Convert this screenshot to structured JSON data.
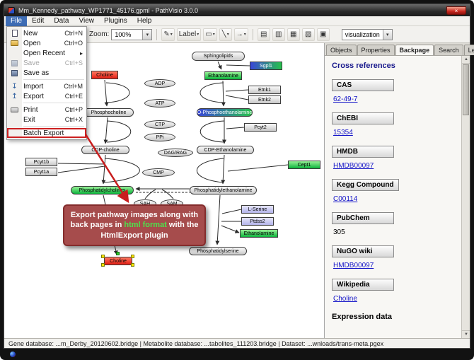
{
  "window": {
    "title": "Mm_Kennedy_pathway_WP1771_45176.gpml - PathVisio 3.0.0",
    "close_glyph": "×"
  },
  "menu_bar": {
    "items": [
      "File",
      "Edit",
      "Data",
      "View",
      "Plugins",
      "Help"
    ]
  },
  "file_menu": {
    "icons": {
      "import": "↧",
      "export": "↥",
      "submenu": "▸"
    },
    "items": [
      {
        "label": "New",
        "shortcut": "Ctrl+N"
      },
      {
        "label": "Open",
        "shortcut": "Ctrl+O"
      },
      {
        "label": "Open Recent",
        "shortcut": ""
      },
      {
        "label": "Save",
        "shortcut": "Ctrl+S"
      },
      {
        "label": "Save as",
        "shortcut": ""
      },
      {
        "label": "Import",
        "shortcut": "Ctrl+M"
      },
      {
        "label": "Export",
        "shortcut": "Ctrl+E"
      },
      {
        "label": "Print",
        "shortcut": "Ctrl+P"
      },
      {
        "label": "Exit",
        "shortcut": "Ctrl+X"
      },
      {
        "label": "Batch Export",
        "shortcut": ""
      }
    ]
  },
  "toolbar": {
    "zoom_label": "Zoom:",
    "zoom_value": "100%",
    "label_button": "Label",
    "visualization_value": "visualization",
    "icons": {
      "caret": "▾",
      "pencil": "✎",
      "shape": "▭",
      "line": "╲",
      "arrow": "→",
      "align1": "▤",
      "align2": "▥",
      "align3": "▦",
      "align4": "▧",
      "align5": "▣"
    }
  },
  "sidebar": {
    "tabs": [
      "Objects",
      "Properties",
      "Backpage",
      "Search",
      "Legend"
    ],
    "scroll_up": "▲",
    "scroll_down": "▼",
    "backpage": {
      "heading": "Cross references",
      "sections": [
        {
          "title": "CAS",
          "value": "62-49-7"
        },
        {
          "title": "ChEBI",
          "value": "15354"
        },
        {
          "title": "HMDB",
          "value": "HMDB00097"
        },
        {
          "title": "Kegg Compound",
          "value": "C00114"
        },
        {
          "title": "PubChem",
          "value": "305"
        },
        {
          "title": "NuGO wiki",
          "value": "HMDB00097"
        },
        {
          "title": "Wikipedia",
          "value": "Choline"
        }
      ],
      "footer": "Expression data"
    }
  },
  "pathway": {
    "nodes": {
      "sphingolipids": "Sphingolipids",
      "sgpl1": "Sgpl1",
      "choline_top": "Choline",
      "ethanolamine_top": "Ethanolamine",
      "adp": "ADP",
      "etnk1": "Etnk1",
      "etnk2": "Etnk2",
      "atp": "ATP",
      "phosphocholine": "Phosphocholine",
      "o_phosphoethanolamine": "O-Phosphoethanolamine",
      "ctp": "CTP",
      "pcyt2": "Pcyt2",
      "ppi": "PPi",
      "cdp_choline": "CDP-choline",
      "cdp_ethanolamine": "CDP-Ethanolamine",
      "dag": "DAG/RAG",
      "pcyt1b": "Pcyt1b",
      "pcyt1a": "Pcyt1a",
      "cept1": "Cept1",
      "cmp": "CMP",
      "phosphatidylcholines": "Phosphatidylcholines",
      "phosphatidylethanolamine": "Phosphatidylethanolamine",
      "sah": "SAH",
      "sam": "SAM",
      "l_serine": "L-Serine",
      "ptdss2": "Ptdss2",
      "ethanolamine_low": "Ethanolamine",
      "phosphatidylserine": "Phosphatidylserine",
      "choline_bottom": "Choline"
    }
  },
  "callout": {
    "before": "Export pathway images along with back pages in ",
    "highlight": "html format",
    "after": " with the HtmlExport plugin"
  },
  "status_bar": {
    "text": "Gene database: ...m_Derby_20120602.bridge | Metabolite database: ...tabolites_111203.bridge | Dataset: ...wnloads/trans-meta.pgex"
  }
}
